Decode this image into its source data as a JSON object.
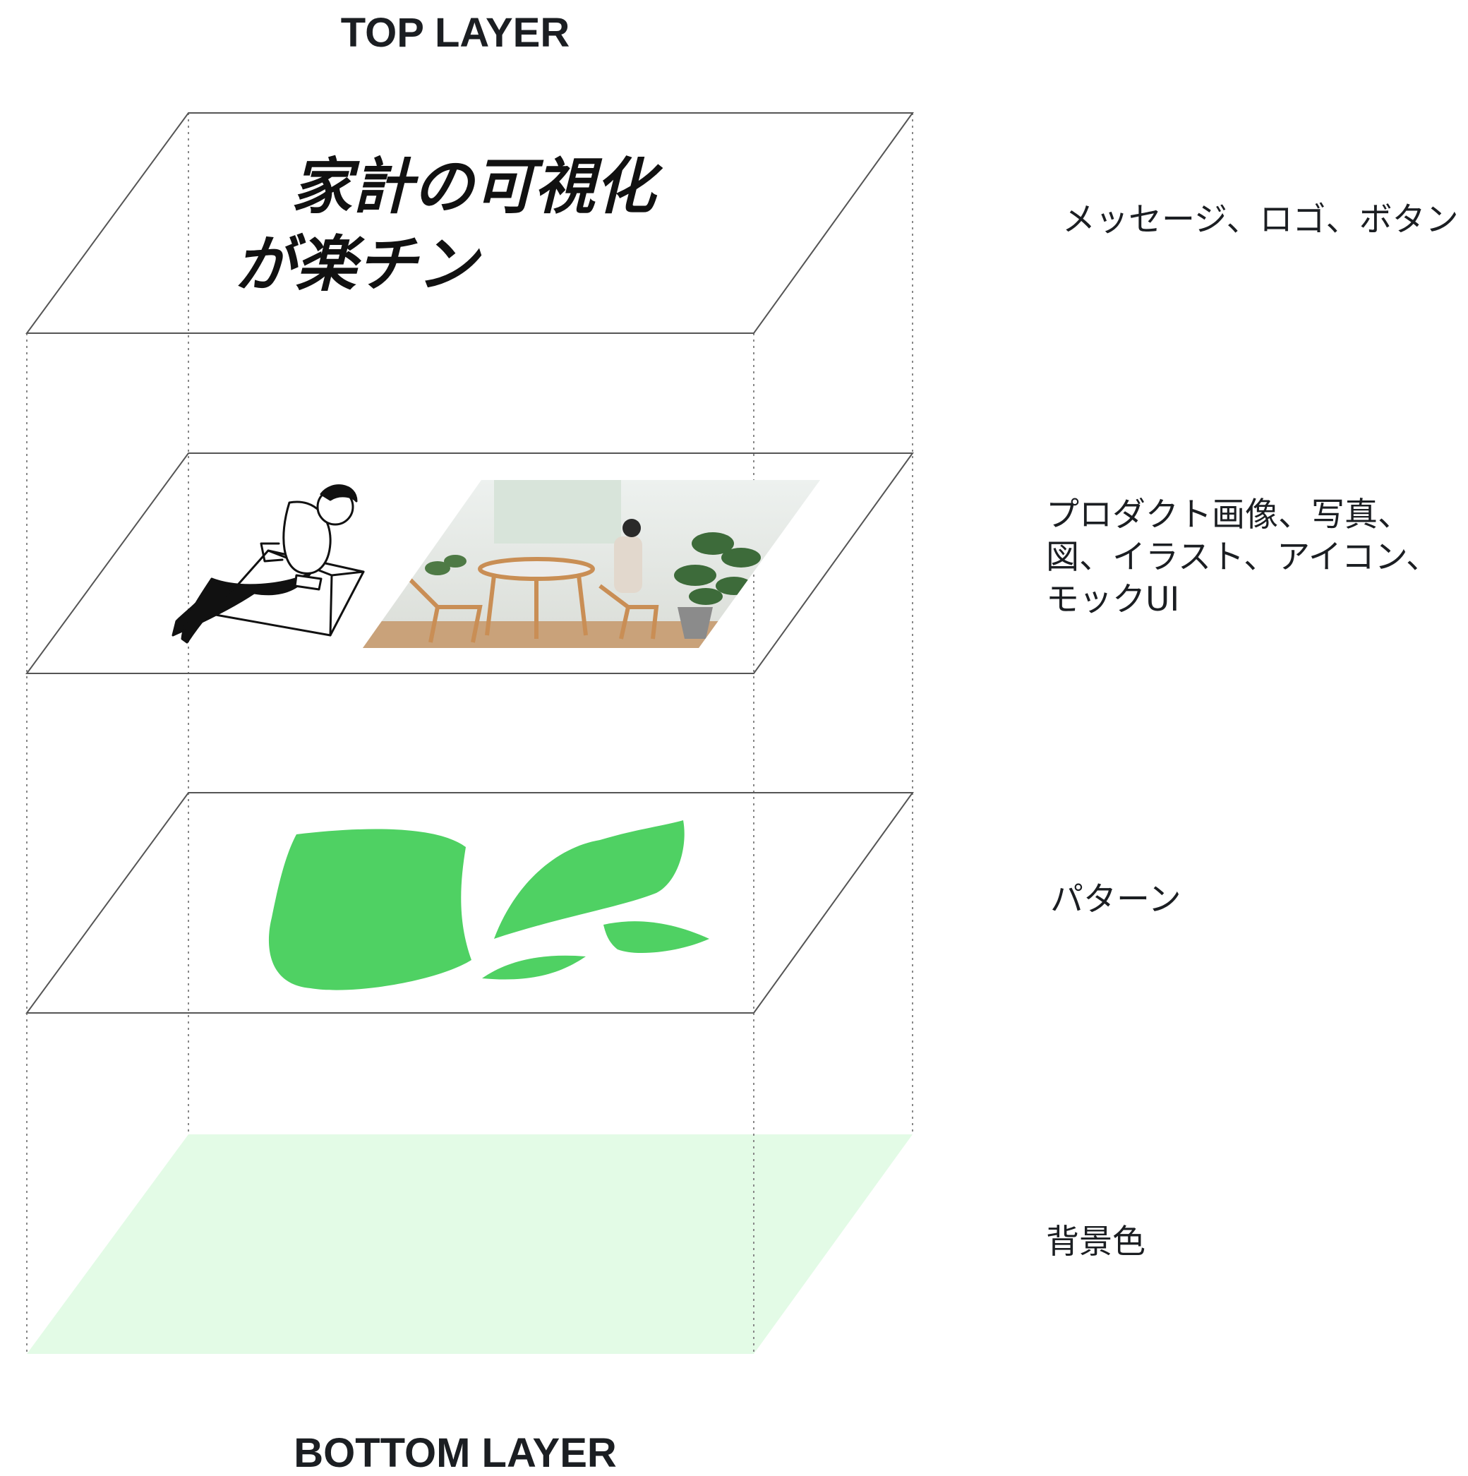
{
  "titles": {
    "top": "TOP LAYER",
    "bottom": "BOTTOM LAYER"
  },
  "layers": [
    {
      "id": "message-layer",
      "caption": "メッセージ、ロゴ、ボタン",
      "headline_lines": [
        "家計の可視化",
        "が楽チン"
      ]
    },
    {
      "id": "image-layer",
      "caption": "プロダクト画像、写真、\n図、イラスト、アイコン、\nモックUI"
    },
    {
      "id": "pattern-layer",
      "caption": "パターン",
      "pattern_color": "#4fd163"
    },
    {
      "id": "background-layer",
      "caption": "背景色",
      "fill_color": "#e3fbe6"
    }
  ],
  "colors": {
    "outline": "#555555",
    "guide": "#888888",
    "text": "#1b1e22"
  }
}
